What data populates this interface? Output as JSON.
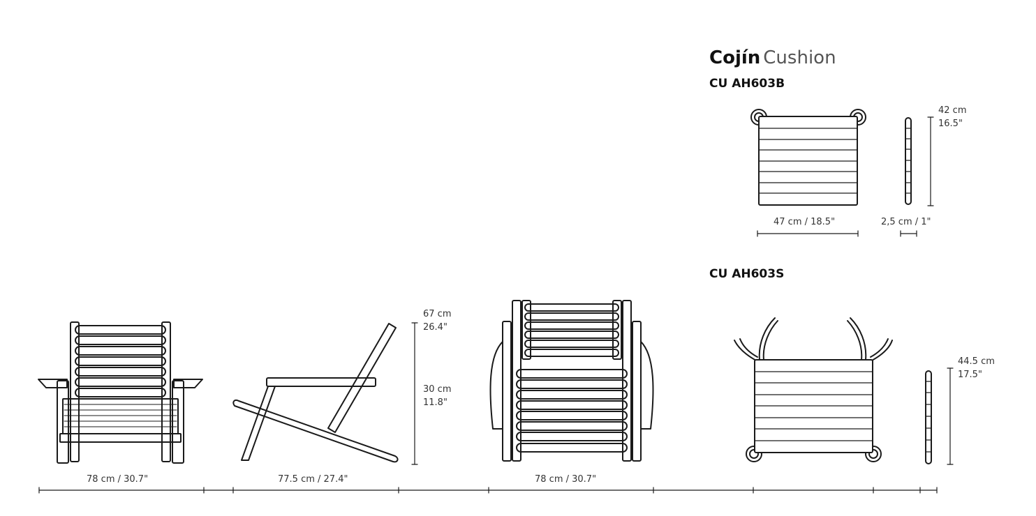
{
  "title": {
    "es": "Cojín",
    "en": "Cushion"
  },
  "cushions": [
    {
      "code": "CU AH603B",
      "width": "47 cm / 18.5\"",
      "thickness": "2,5 cm / 1\"",
      "height_cm": "42 cm",
      "height_in": "16.5\""
    },
    {
      "code": "CU AH603S",
      "height_cm": "44.5 cm",
      "height_in": "17.5\""
    }
  ],
  "chair": {
    "front_width": "78 cm / 30.7\"",
    "side_depth": "77.5 cm / 27.4\"",
    "top_width": "78 cm / 30.7\"",
    "total_height_cm": "67 cm",
    "total_height_in": "26.4\"",
    "seat_height_cm": "30 cm",
    "seat_height_in": "11.8\""
  }
}
